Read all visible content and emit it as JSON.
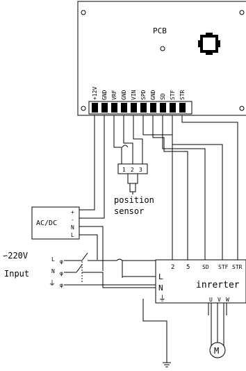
{
  "pcb": {
    "label": "PCB",
    "terminals": [
      "+12V",
      "GND",
      "VRF",
      "GND",
      "VIN",
      "SPD",
      "GND",
      "SD",
      "STF",
      "STR"
    ]
  },
  "sensor": {
    "pins": [
      "1",
      "2",
      "3"
    ],
    "label_line1": "position",
    "label_line2": "sensor"
  },
  "psu": {
    "label": "AC/DC",
    "pins": [
      "+",
      "-",
      "N",
      "L"
    ]
  },
  "input": {
    "voltage": "∽220V",
    "label": "Input",
    "lines": [
      "L",
      "N",
      "⏚"
    ]
  },
  "inverter": {
    "label": "inrerter",
    "top_terminals": [
      "2",
      "5",
      "SD",
      "STF",
      "STR"
    ],
    "left_terminals": [
      "L",
      "N",
      "⏚"
    ],
    "outputs": [
      "U",
      "V",
      "W"
    ]
  },
  "motor": {
    "label": "M"
  }
}
